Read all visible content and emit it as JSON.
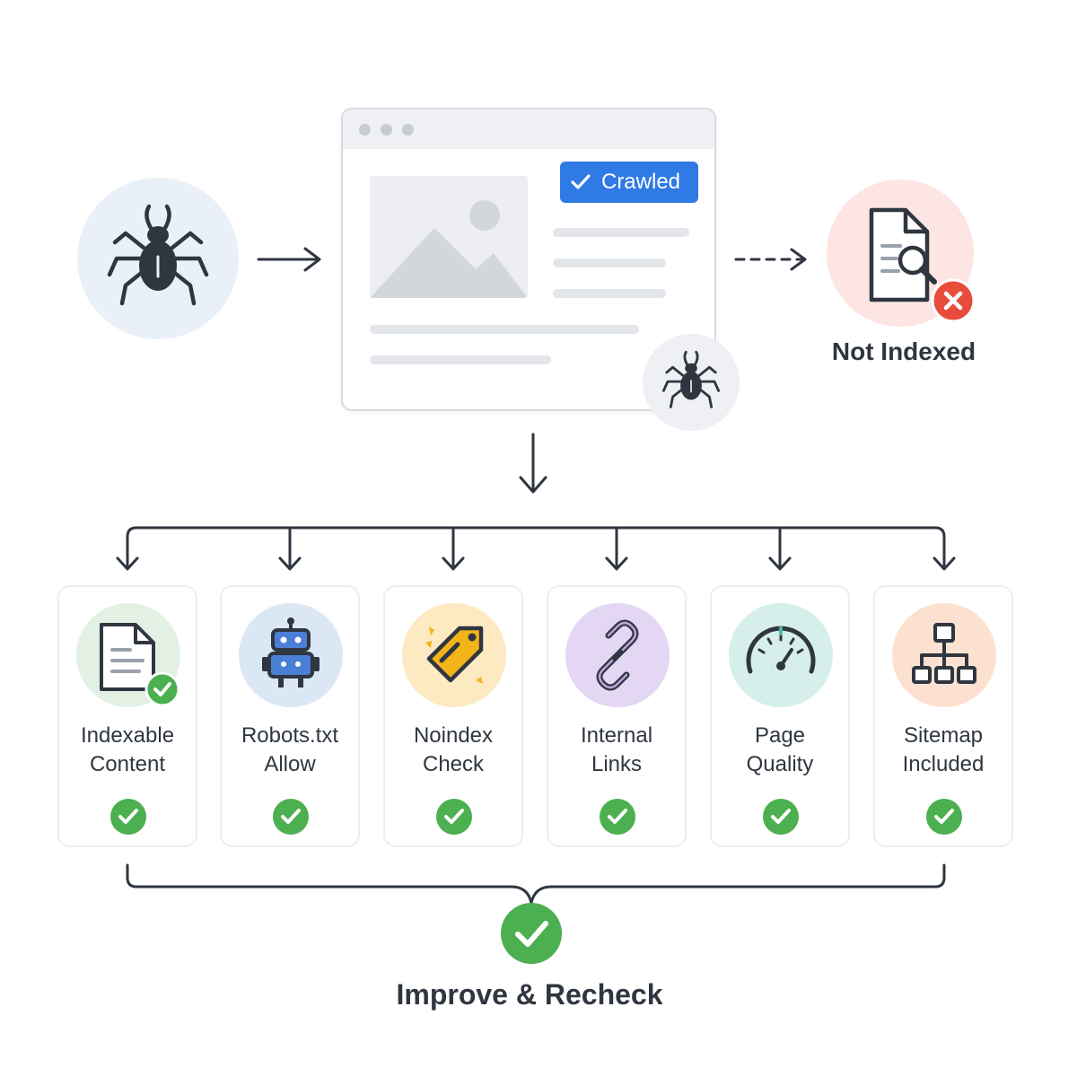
{
  "crawler": {
    "icon": "spider-icon"
  },
  "page": {
    "badge_label": "Crawled",
    "badge_color": "#2f7ae5",
    "bot_icon": "spider-icon"
  },
  "result": {
    "label": "Not Indexed",
    "icon": "document-search-icon",
    "status_color": "#e74c3c"
  },
  "checks": [
    {
      "line1": "Indexable",
      "line2": "Content",
      "icon": "document-icon",
      "bg": "#e3f1e4",
      "status": "pass"
    },
    {
      "line1": "Robots.txt",
      "line2": "Allow",
      "icon": "robot-icon",
      "bg": "#dce7f5",
      "status": "pass"
    },
    {
      "line1": "Noindex",
      "line2": "Check",
      "icon": "tag-icon",
      "bg": "#fde9c2",
      "status": "pass"
    },
    {
      "line1": "Internal",
      "line2": "Links",
      "icon": "link-icon",
      "bg": "#e3d7f3",
      "status": "pass"
    },
    {
      "line1": "Page",
      "line2": "Quality",
      "icon": "gauge-icon",
      "bg": "#d6efea",
      "status": "pass"
    },
    {
      "line1": "Sitemap",
      "line2": "Included",
      "icon": "sitemap-icon",
      "bg": "#fde1d0",
      "status": "pass"
    }
  ],
  "final": {
    "label": "Improve & Recheck",
    "status_color": "#4caf50"
  }
}
